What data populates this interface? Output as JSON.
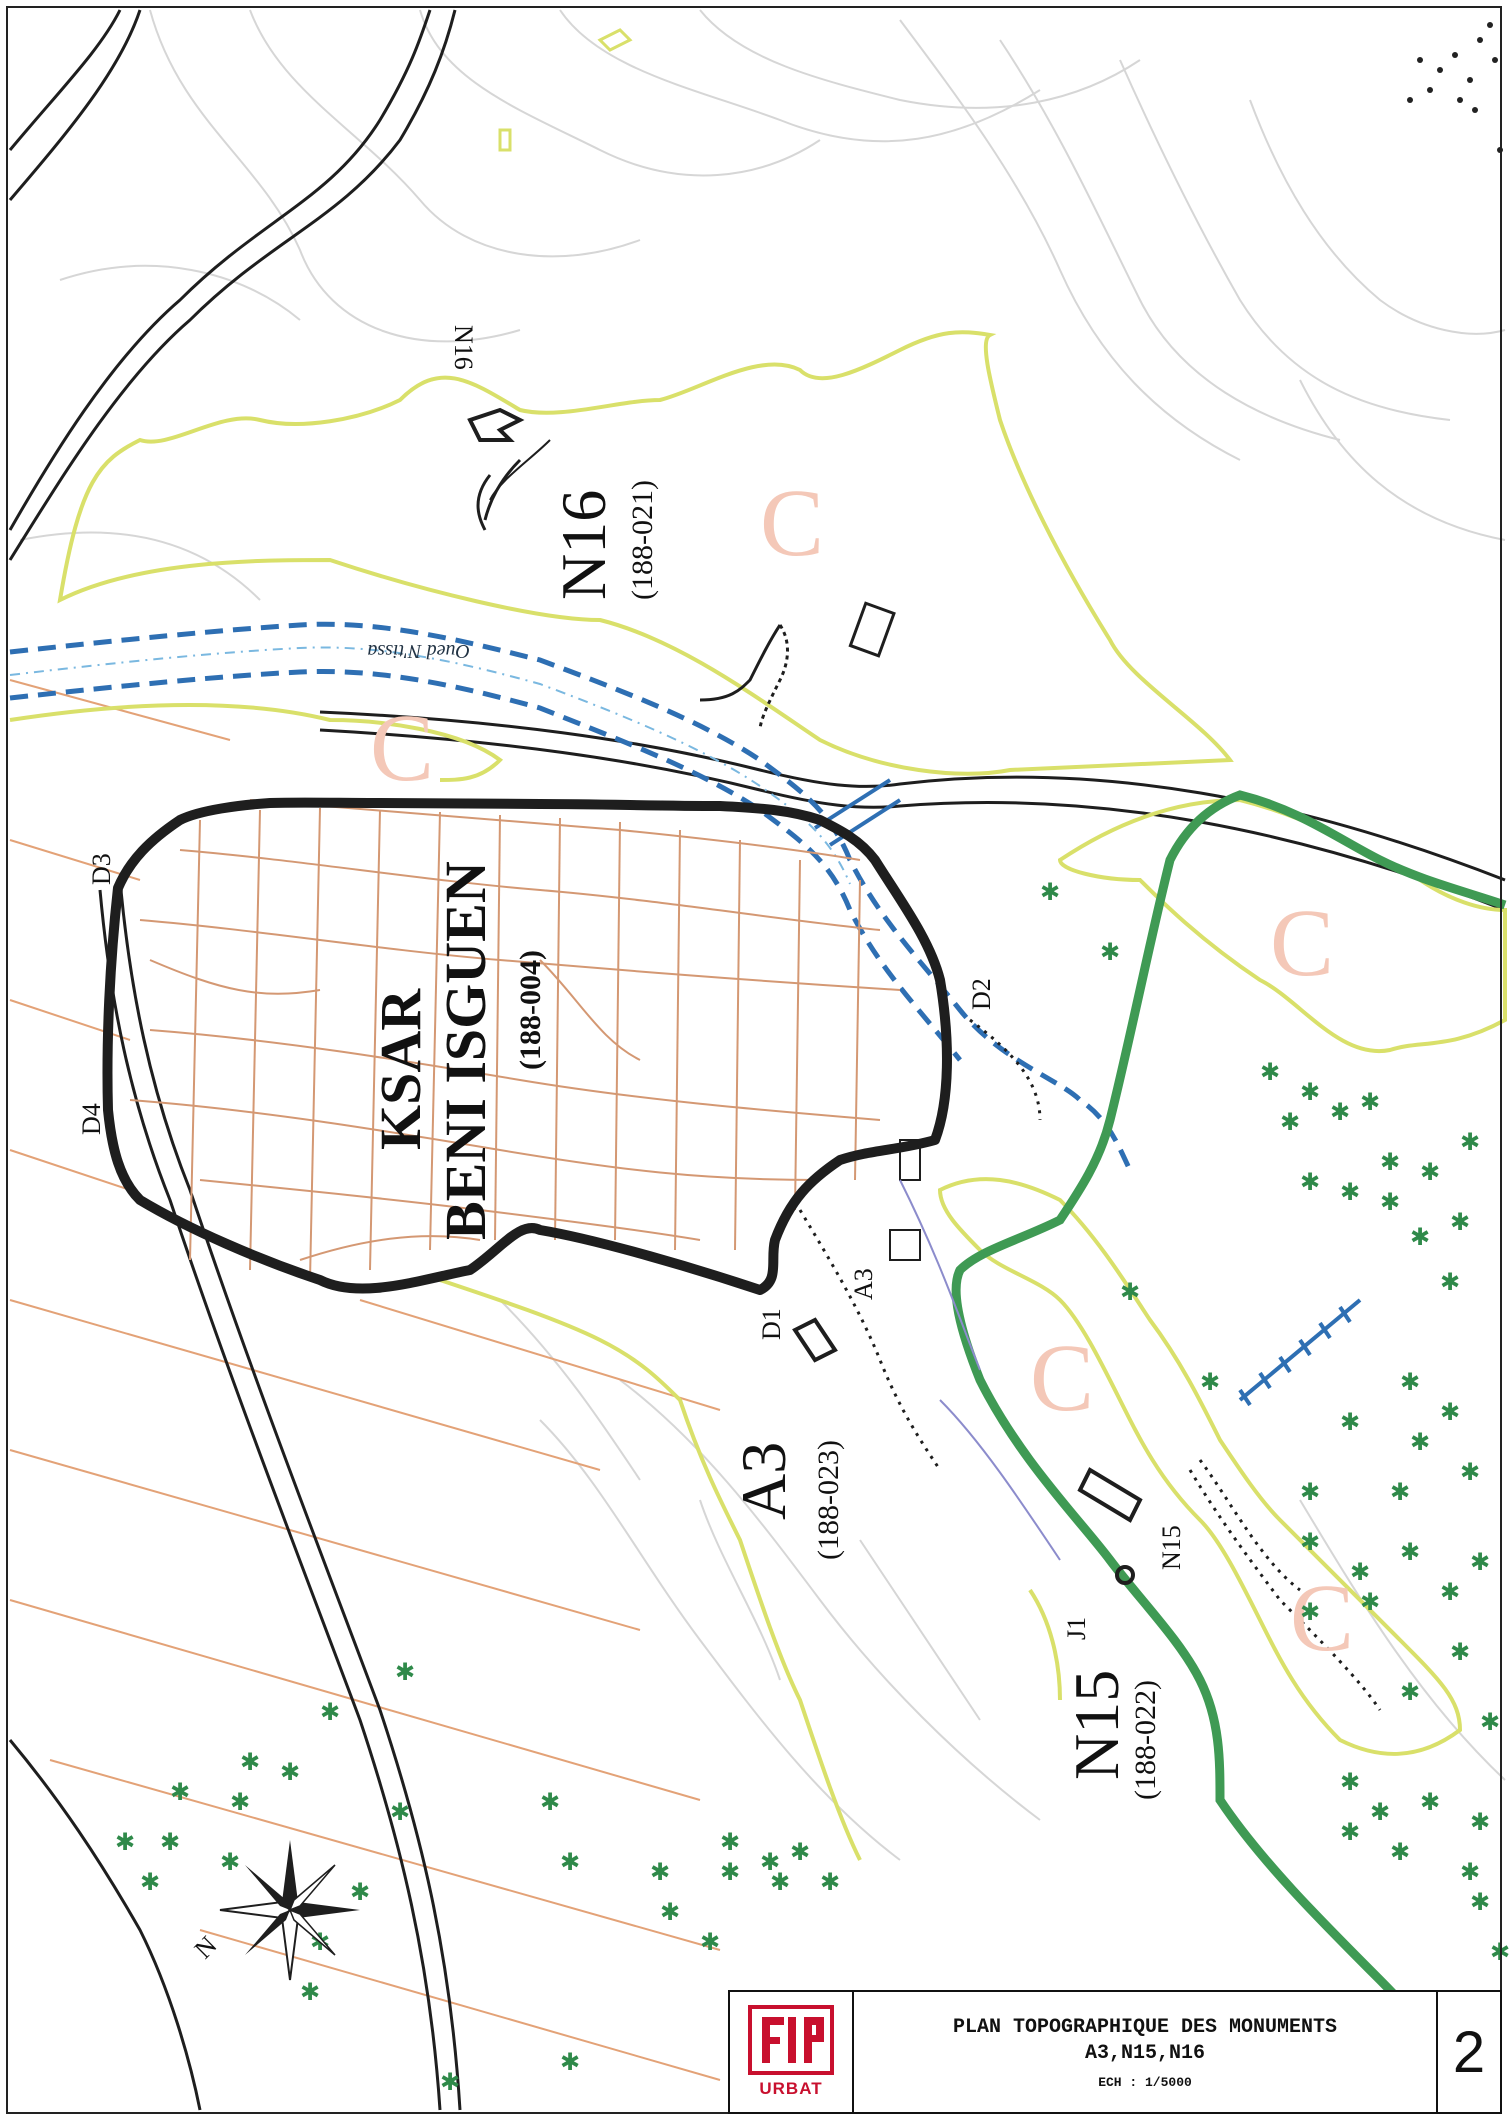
{
  "labels": {
    "n16": "N16",
    "n16_code": "(188-021)",
    "n16_tag": "N16",
    "ksar_line1": "KSAR",
    "ksar_line2": "BENI ISGUEN",
    "ksar_code": "(188-004)",
    "a3": "A3",
    "a3_code": "(188-023)",
    "a3_tag": "A3",
    "n15": "N15",
    "n15_code": "(188-022)",
    "n15_tag": "N15",
    "j1": "J1",
    "d1": "D1",
    "d2": "D2",
    "d3": "D3",
    "d4": "D4",
    "wadi": "Oued N'tissa",
    "north": "N",
    "zone_mark": "C"
  },
  "title_block": {
    "logo_text": "URBAT",
    "title_line1": "PLAN TOPOGRAPHIQUE DES MONUMENTS",
    "title_line2": "A3,N15,N16",
    "scale": "ECH : 1/5000",
    "sheet_number": "2"
  },
  "colors": {
    "ksar_wall": "#1e1e1e",
    "streets": "#d49873",
    "buffer_zone": "#d9e06a",
    "wadi": "#2e6fb3",
    "green_boundary": "#3f9a54",
    "contours": "#d8d8d8",
    "logo": "#c8102e"
  }
}
